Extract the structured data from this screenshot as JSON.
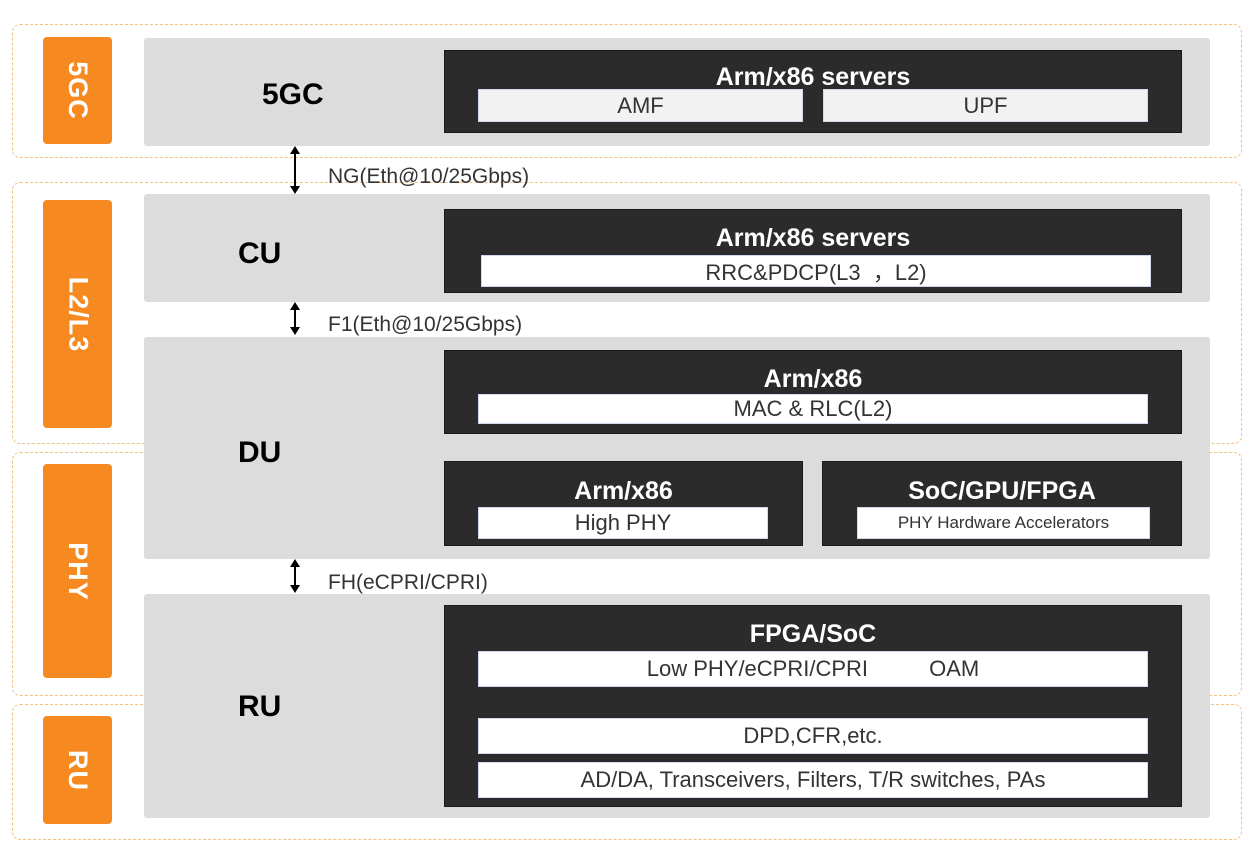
{
  "layers": {
    "l_5gc": "5GC",
    "l_l2l3": "L2/L3",
    "l_phy": "PHY",
    "l_ru": "RU"
  },
  "tiers": {
    "gc": "5GC",
    "cu": "CU",
    "du": "DU",
    "ru": "RU"
  },
  "gc_box": {
    "title": "Arm/x86 servers",
    "amf": "AMF",
    "upf": "UPF"
  },
  "cu_box": {
    "title": "Arm/x86 servers",
    "rrc": "RRC&PDCP(L3  ，L2)"
  },
  "du_top": {
    "title": "Arm/x86",
    "mac": "MAC & RLC(L2)"
  },
  "du_left": {
    "title": "Arm/x86",
    "high_phy": "High PHY"
  },
  "du_right": {
    "title": "SoC/GPU/FPGA",
    "accel": "PHY Hardware Accelerators"
  },
  "ru_box": {
    "title": "FPGA/SoC",
    "low_phy": "Low PHY/eCPRI/CPRI          OAM",
    "dpd": "DPD,CFR,etc.",
    "ad": "AD/DA, Transceivers, Filters, T/R switches, PAs"
  },
  "interfaces": {
    "ng": "NG(Eth@10/25Gbps)",
    "f1": "F1(Eth@10/25Gbps)",
    "fh": "FH(eCPRI/CPRI)"
  },
  "colors": {
    "orange": "#f6891f",
    "dashed_border": "#f5bf7e",
    "panel_grey": "#dcdcdc",
    "dark_box": "#2b2b2b"
  }
}
